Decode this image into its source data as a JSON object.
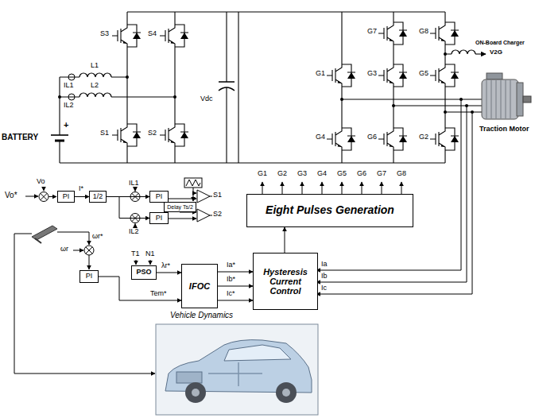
{
  "diagram": {
    "nodes": [
      {
        "text": [
          "PI"
        ]
      },
      {
        "text": [
          "1/2"
        ]
      },
      {
        "text": [
          "PI"
        ]
      },
      {
        "text": [
          "Delay Ts/2"
        ]
      },
      {
        "text": [
          "PI"
        ]
      },
      {
        "text": [
          "Eight Pulses Generation"
        ]
      },
      {
        "text": [
          "PSO"
        ]
      },
      {
        "text": [
          "PI"
        ]
      },
      {
        "text": [
          "IFOC"
        ]
      },
      {
        "text": [
          "Hysteresis Current Control"
        ]
      }
    ],
    "edges": [
      {
        "from": 0,
        "to": 1,
        "arrow": "to",
        "label": "I*"
      },
      {
        "from": 1,
        "to": 2,
        "arrow": "to"
      },
      {
        "from": 1,
        "to": 4,
        "arrow": "to"
      },
      {
        "from": 6,
        "to": 8,
        "arrow": "to",
        "label": "λr*"
      },
      {
        "from": 7,
        "to": 8,
        "arrow": "to",
        "label": "Tem*"
      },
      {
        "from": 8,
        "to": 9,
        "arrow": "to",
        "label": "Ia*"
      },
      {
        "from": 8,
        "to": 9,
        "arrow": "to",
        "label": "Ib*"
      },
      {
        "from": 8,
        "to": 9,
        "arrow": "to",
        "label": "Ic*"
      },
      {
        "from": 9,
        "to": 5,
        "arrow": "to"
      }
    ],
    "labels": [
      "BATTERY",
      "+",
      "IL1",
      "IL2",
      "L1",
      "L2",
      "S3",
      "S4",
      "S1",
      "S2",
      "Vdc",
      "G7",
      "G8",
      "G1",
      "G3",
      "G5",
      "G4",
      "G6",
      "G2",
      "ON-Board Charger",
      "V2G",
      "Traction Motor",
      "Vo*",
      "Vo",
      "IL1",
      "IL2",
      "S1",
      "S2",
      "G1",
      "G2",
      "G3",
      "G4",
      "G5",
      "G6",
      "G7",
      "G8",
      "ωr*",
      "ωr",
      "T1",
      "N1",
      "Ia",
      "Ib",
      "Ic",
      "Vehicle Dynamics"
    ]
  }
}
